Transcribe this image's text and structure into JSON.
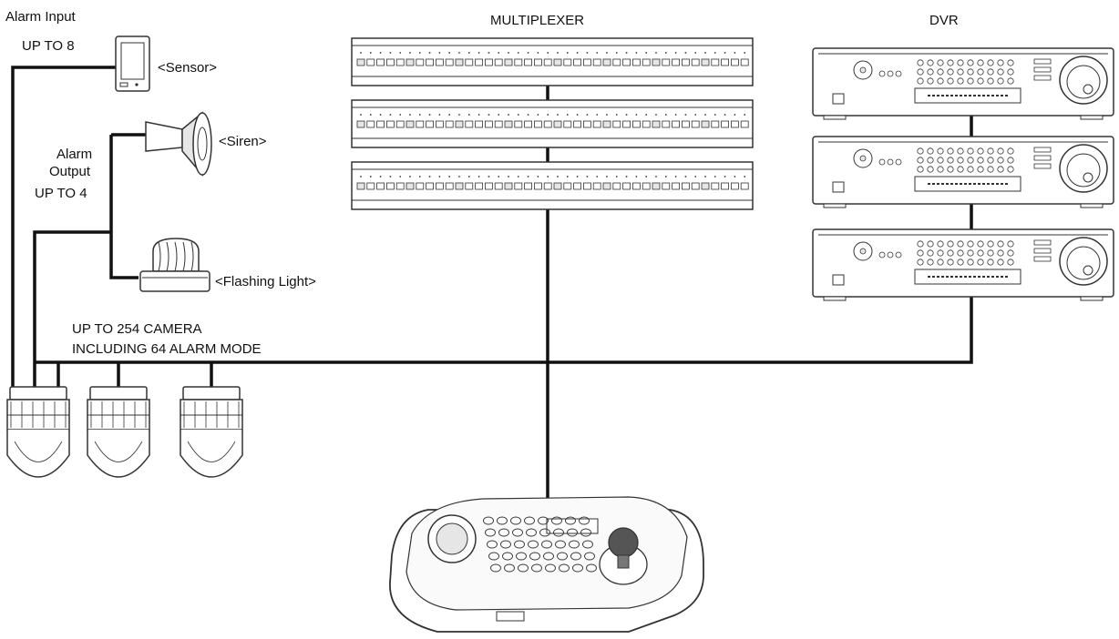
{
  "labels": {
    "alarm_input": "Alarm Input",
    "alarm_input_count": "UP TO 8",
    "sensor": "<Sensor>",
    "siren": "<Siren>",
    "alarm_output_line1": "Alarm",
    "alarm_output_line2": "Output",
    "alarm_output_count": "UP TO 4",
    "flashing_light": "<Flashing Light>",
    "camera_line1": "UP TO 254 CAMERA",
    "camera_line2": "INCLUDING 64 ALARM MODE",
    "multiplexer": "MULTIPLEXER",
    "dvr": "DVR"
  },
  "devices": {
    "multiplexer_units": 3,
    "dvr_units": 3,
    "dome_cameras": 3
  },
  "colors": {
    "line": "#111111",
    "device_fill": "#ffffff",
    "device_stroke": "#333333",
    "shade": "#e6e6e6"
  }
}
